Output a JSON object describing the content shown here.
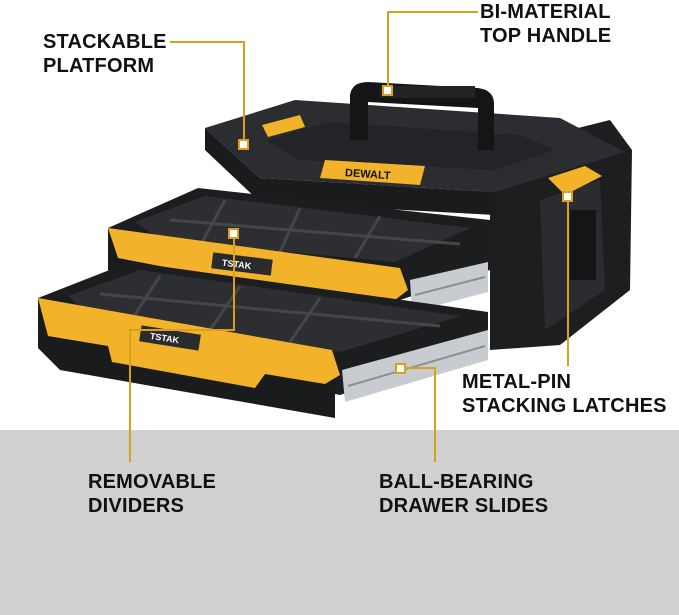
{
  "callouts": {
    "stackable_platform": [
      "STACKABLE",
      "PLATFORM"
    ],
    "top_handle": [
      "BI-MATERIAL",
      "TOP HANDLE"
    ],
    "stacking_latches": [
      "METAL-PIN",
      "STACKING LATCHES"
    ],
    "removable_dividers": [
      "REMOVABLE",
      "DIVIDERS"
    ],
    "drawer_slides": [
      "BALL-BEARING",
      "DRAWER SLIDES"
    ]
  },
  "product": {
    "brand": "DEWALT",
    "drawer_label": "TSTAK"
  },
  "colors": {
    "body": "#1f2022",
    "body_light": "#2e3033",
    "accent": "#f2b22a",
    "leader_line": "#d9a020",
    "floor": "#d0d0d0",
    "metal": "#c8ccd0"
  }
}
